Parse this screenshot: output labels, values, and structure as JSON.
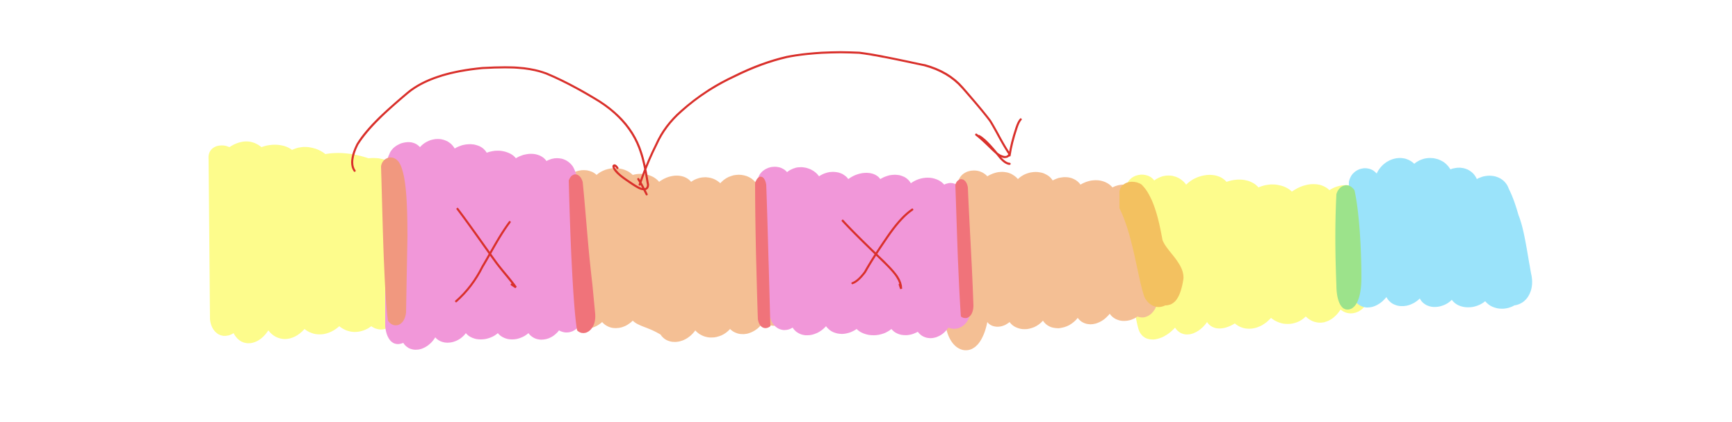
{
  "colors": {
    "background": "#ffffff",
    "yellow": "#fdfc8c",
    "pink": "#f197d9",
    "peach": "#f4bf94",
    "blue": "#9ae3fa",
    "marker_red": "#d9302b",
    "overlap_salmon": "#f1987f",
    "overlap_red": "#f0737a",
    "overlap_orange": "#f3c160",
    "overlap_green": "#9ce38b"
  },
  "segments": [
    {
      "name": "yellow-block-left",
      "color": "yellow",
      "crossed_out": false
    },
    {
      "name": "pink-block-left",
      "color": "pink",
      "crossed_out": true
    },
    {
      "name": "peach-block-middle",
      "color": "peach",
      "crossed_out": false
    },
    {
      "name": "pink-block-right",
      "color": "pink",
      "crossed_out": true
    },
    {
      "name": "peach-block-right",
      "color": "peach",
      "crossed_out": false
    },
    {
      "name": "yellow-block-right",
      "color": "yellow",
      "crossed_out": false
    },
    {
      "name": "blue-block",
      "color": "blue",
      "crossed_out": false
    }
  ],
  "arrows": [
    {
      "name": "arrow-skip-left",
      "from": "yellow-block-left",
      "to": "peach-block-middle"
    },
    {
      "name": "arrow-skip-right",
      "from": "peach-block-middle",
      "to": "peach-block-right"
    }
  ]
}
